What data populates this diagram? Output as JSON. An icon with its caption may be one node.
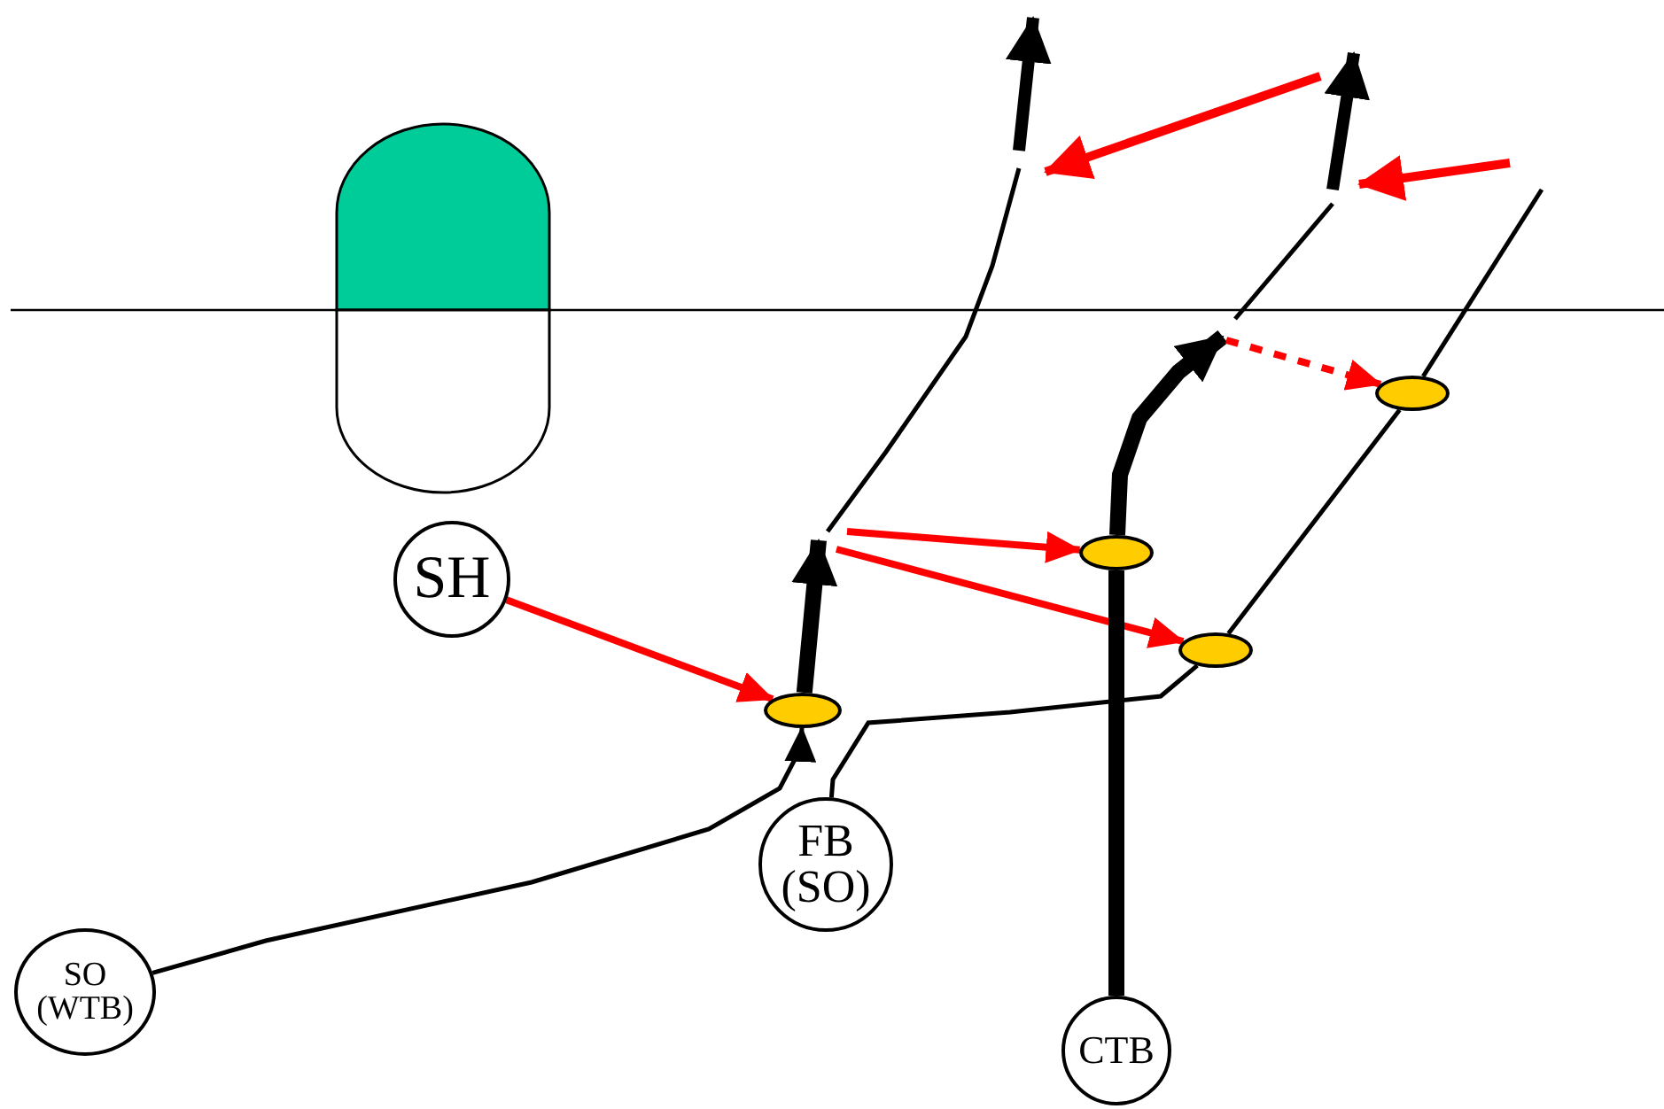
{
  "diagram": {
    "nodes": [
      {
        "text": [
          "SH"
        ]
      },
      {
        "text": [
          "SO (WTB)"
        ]
      },
      {
        "text": [
          "FB (SO)"
        ]
      },
      {
        "text": [
          "CTB"
        ]
      },
      {
        "text": [],
        "shape": "ellipse"
      },
      {
        "text": [],
        "shape": "ellipse"
      },
      {
        "text": [],
        "shape": "ellipse"
      },
      {
        "text": [],
        "shape": "ellipse"
      }
    ],
    "edges": [
      {
        "from": 0,
        "to": 4,
        "arrow": "to",
        "color": "#ff0000"
      },
      {
        "from": 1,
        "to": 4,
        "arrow": "to"
      },
      {
        "from": 4,
        "to": null,
        "arrow": "to",
        "style": "thick"
      },
      {
        "from": null,
        "to": 5,
        "arrow": "to",
        "color": "#ff0000"
      },
      {
        "from": null,
        "to": 6,
        "arrow": "to",
        "color": "#ff0000"
      },
      {
        "from": 2,
        "to": 6,
        "arrow": "none"
      },
      {
        "from": 3,
        "to": 5,
        "arrow": "none",
        "style": "thick"
      },
      {
        "from": 5,
        "to": null,
        "arrow": "to",
        "style": "thick"
      },
      {
        "from": null,
        "to": 7,
        "arrow": "to",
        "style": "dashed",
        "color": "#ff0000"
      },
      {
        "from": 6,
        "to": 7,
        "arrow": "none"
      },
      {
        "from": 7,
        "to": null,
        "arrow": "none"
      }
    ]
  }
}
